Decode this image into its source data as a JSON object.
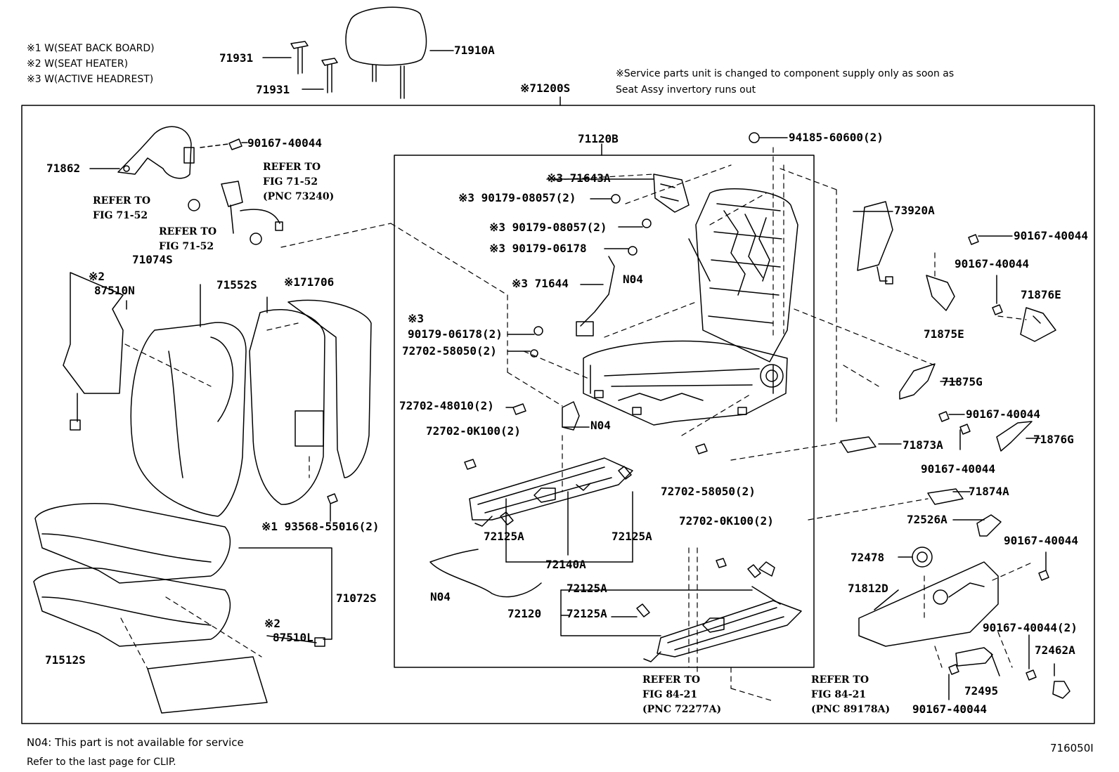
{
  "legend": [
    "※1 W(SEAT BACK BOARD)",
    "※2 W(SEAT HEATER)",
    "※3 W(ACTIVE HEADREST)"
  ],
  "service_note": [
    "※Service parts unit is changed to component supply only as soon as",
    "Seat Assy invertory runs out"
  ],
  "assembly_label": "※71200S",
  "sub_assembly_label": "71120B",
  "parts": {
    "p71931a": "71931",
    "p71931b": "71931",
    "p71910A": "71910A",
    "p71862": "71862",
    "p90167_top": "90167-40044",
    "p94185": "94185-60600(2)",
    "p71643A": "※3 71643A",
    "p90179a": "※3 90179-08057(2)",
    "p90179b": "※3 90179-08057(2)",
    "p90179c": "※3 90179-06178",
    "p71644": "※3 71644",
    "pN04_frame": "N04",
    "p90179d_mark": "※3",
    "p90179d": "90179-06178(2)",
    "p72702_58050a": "72702-58050(2)",
    "p72702_48010": "72702-48010(2)",
    "pN04_bracket": "N04",
    "p72702_0K100a": "72702-0K100(2)",
    "p72702_58050b": "72702-58050(2)",
    "p72125A_a": "72125A",
    "p72125A_b": "72125A",
    "p72140A": "72140A",
    "pN04_wire": "N04",
    "p72702_0K100b": "72702-0K100(2)",
    "p72125A_c": "72125A",
    "p72125A_d": "72125A",
    "p72120": "72120",
    "p73920A": "73920A",
    "p90167_r1": "90167-40044",
    "p90167_r2": "90167-40044",
    "p71876E": "71876E",
    "p71875E": "71875E",
    "p71875G": "71875G",
    "p90167_r3": "90167-40044",
    "p71876G": "71876G",
    "p71873A": "71873A",
    "p90167_r4": "90167-40044",
    "p71874A": "71874A",
    "p72526A": "72526A",
    "p90167_r5": "90167-40044",
    "p72478": "72478",
    "p71812D": "71812D",
    "p90167_r6": "90167-40044(2)",
    "p72462A": "72462A",
    "p72495": "72495",
    "p90167_r7": "90167-40044",
    "p71074S": "71074S",
    "p87510N_mark": "※2",
    "p87510N": "87510N",
    "p71552S": "71552S",
    "p71706": "※171706",
    "p93568": "※1 93568-55016(2)",
    "p71072S": "71072S",
    "p87510L_mark": "※2",
    "p87510L": "87510L",
    "p71512S": "71512S"
  },
  "refs": {
    "ref_7152_pnc": [
      "REFER TO",
      "FIG 71-52",
      "(PNC 73240)"
    ],
    "ref_7152_a": [
      "REFER TO",
      "FIG 71-52"
    ],
    "ref_7152_b": [
      "REFER TO",
      "FIG 71-52"
    ],
    "ref_8421_a": [
      "REFER TO",
      "FIG 84-21",
      "(PNC 72277A)"
    ],
    "ref_8421_b": [
      "REFER TO",
      "FIG 84-21",
      "(PNC 89178A)"
    ]
  },
  "footer": {
    "n04_note": "N04: This part is not available for service",
    "clip_note": "Refer to the last page for CLIP.",
    "figure_id": "716050I"
  }
}
